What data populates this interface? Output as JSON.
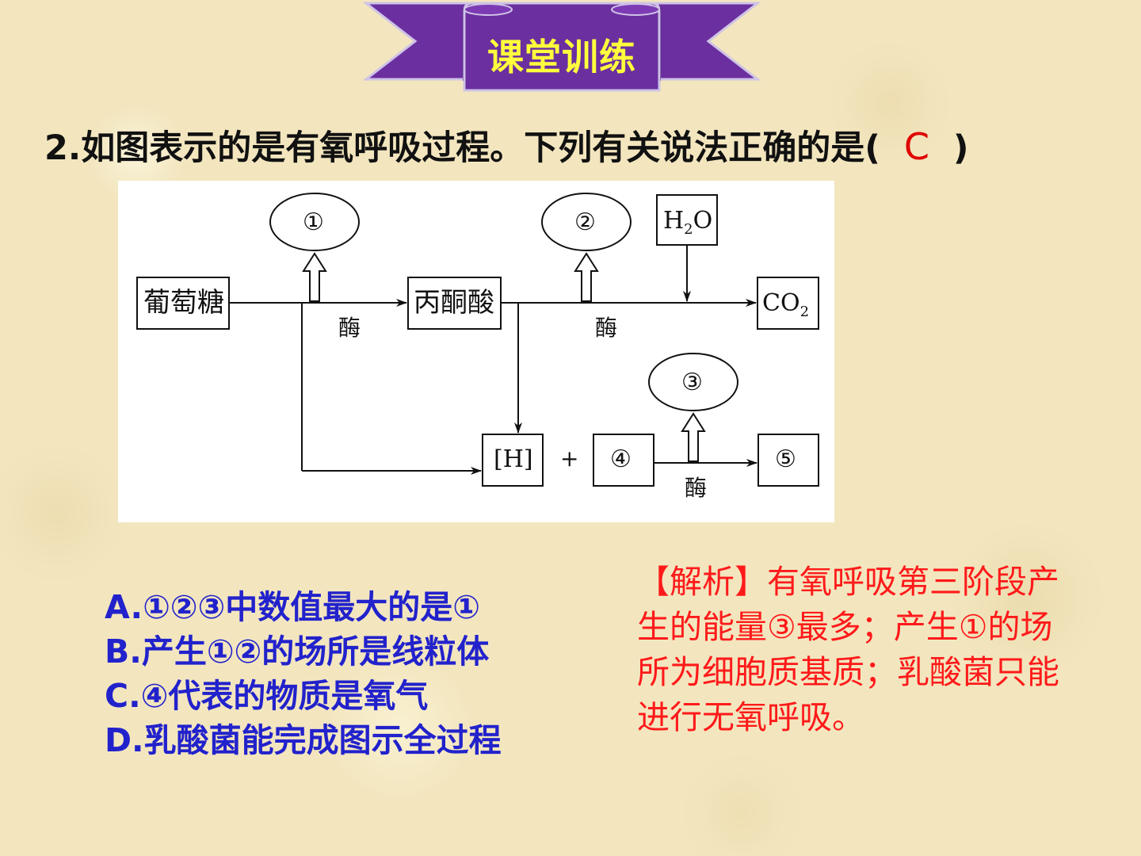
{
  "banner": {
    "title": "课堂训练",
    "fill_color": "#6b2fa0",
    "text_color": "#ffff3c"
  },
  "question": {
    "stem": "2.如图表示的是有氧呼吸过程。下列有关说法正确的是(",
    "answer": "C",
    "close": ")"
  },
  "diagram": {
    "glucose": "葡萄糖",
    "pyruvate": "丙酮酸",
    "co2": "CO",
    "co2_sub": "2",
    "h2o": "H",
    "h2o_sub": "2",
    "h2o_end": "O",
    "nadh": "[H]",
    "plus": "+",
    "enzyme_1": "酶",
    "enzyme_2": "酶",
    "enzyme_3": "酶",
    "circle_1": "①",
    "circle_2": "②",
    "circle_3": "③",
    "box_4": "④",
    "box_5": "⑤"
  },
  "options": [
    "A.①②③中数值最大的是①",
    "B.产生①②的场所是线粒体",
    "C.④代表的物质是氧气",
    "D.乳酸菌能完成图示全过程"
  ],
  "explanation": "【解析】有氧呼吸第三阶段产生的能量③最多；产生①的场所为细胞质基质；乳酸菌只能进行无氧呼吸。",
  "colors": {
    "options": "#2222cc",
    "explanation": "#ff1a1a",
    "answer": "#e00000"
  }
}
